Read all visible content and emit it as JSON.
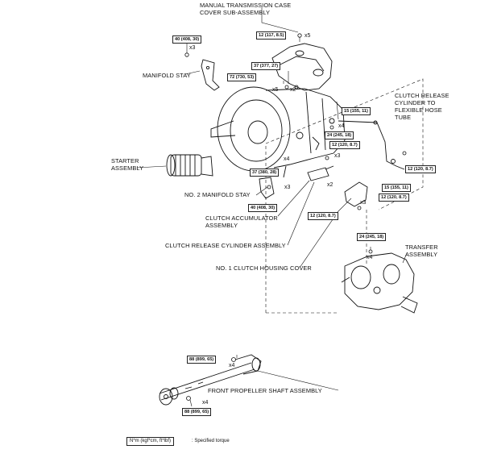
{
  "labels": {
    "mt_case_cover": "MANUAL TRANSMISSION CASE\nCOVER SUB-ASSEMBLY",
    "manifold_stay": "MANIFOLD STAY",
    "clutch_release_cyl_tube": "CLUTCH RELEASE\nCYLINDER TO\nFLEXIBLE HOSE\nTUBE",
    "starter": "STARTER\nASSEMBLY",
    "no2_manifold_stay": "NO. 2 MANIFOLD STAY",
    "clutch_accumulator": "CLUTCH ACCUMULATOR\nASSEMBLY",
    "clutch_release_cyl": "CLUTCH RELEASE CYLINDER ASSEMBLY",
    "no1_clutch_housing_cover": "NO. 1 CLUTCH HOUSING COVER",
    "transfer": "TRANSFER\nASSEMBLY",
    "front_propeller_shaft": "FRONT PROPELLER SHAFT ASSEMBLY"
  },
  "torques": {
    "t40_top": "40 (408, 30)",
    "t12_top": "12 (117, 8.5)",
    "t37_377": "37 (377, 27)",
    "t72": "72 (730, 53)",
    "t15_top": "15 (155, 11)",
    "t24_mid": "24 (245, 18)",
    "t12_mid": "12 (120, 8.7)",
    "t12_right": "12 (120, 8.7)",
    "t37_380": "37 (380, 28)",
    "t40_mid": "40 (408, 30)",
    "t15_right": "15 (155, 11)",
    "t12_right2": "12 (120, 8.7)",
    "t12_bottom": "12 (120, 8.7)",
    "t24_transfer": "24 (245, 18)",
    "t88_top": "88 (899, 65)",
    "t88_bottom": "88 (899, 65)"
  },
  "quantities": {
    "q_x3_a": "x3",
    "q_x5_a": "x5",
    "q_x5_b": "x5",
    "q_x2_a": "x2",
    "q_x4_a": "x4",
    "q_x3_b": "x3",
    "q_x3_c": "x3",
    "q_x2_b": "x2",
    "q_x3_d": "x3",
    "q_x4_b": "x4",
    "q_x4_c": "x4",
    "q_x4_d": "x4",
    "q_x4_e": "x4"
  },
  "legend": {
    "box": "N*m (kgf*cm, ft*lbf)",
    "text": ": Specified torque"
  }
}
